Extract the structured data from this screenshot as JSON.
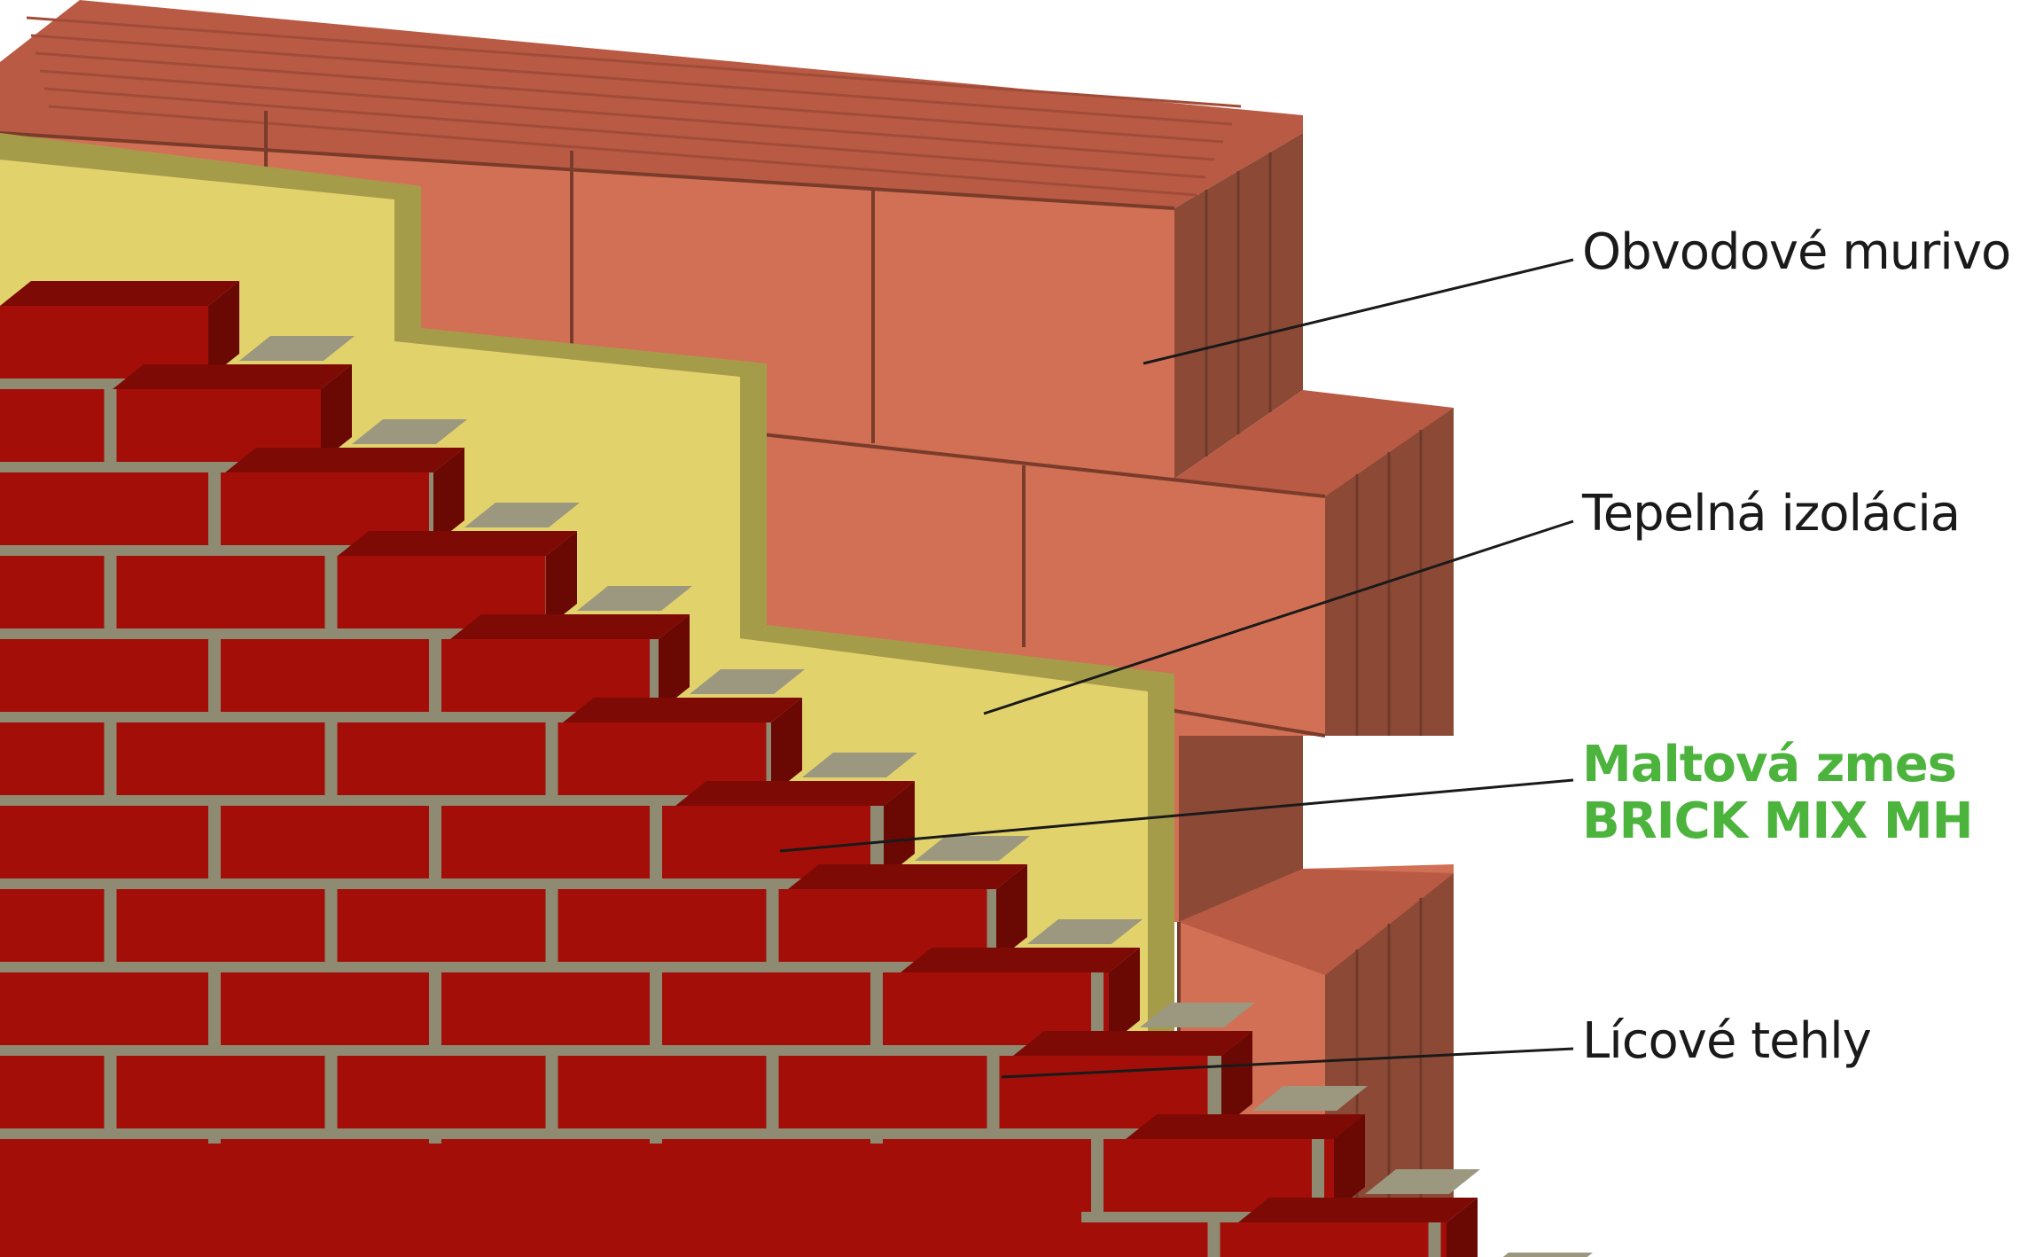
{
  "callouts": [
    {
      "id": "obvodove",
      "text": "Obvodové murivo",
      "color": "#1a1a1a",
      "highlight": false
    },
    {
      "id": "tepelna",
      "text": "Tepelná izolácia",
      "color": "#1a1a1a",
      "highlight": false
    },
    {
      "id": "maltova",
      "line1": "Maltová zmes",
      "line2": "BRICK MIX MH",
      "color": "#4cb43c",
      "highlight": true
    },
    {
      "id": "licove",
      "text": "Lícové tehly",
      "color": "#1a1a1a",
      "highlight": false
    }
  ],
  "colors": {
    "block_face": "#d27055",
    "block_top": "#b95a44",
    "block_side": "#8c4a36",
    "block_joint": "#7a3c2a",
    "insulation_face": "#e2d26c",
    "insulation_edge": "#a59c4a",
    "brick_face": "#a30f08",
    "brick_top": "#7d0a05",
    "brick_side": "#6a0804",
    "mortar": "#8f8a72",
    "mortar_top": "#9c977f",
    "leader_line": "#1a1a1a"
  }
}
